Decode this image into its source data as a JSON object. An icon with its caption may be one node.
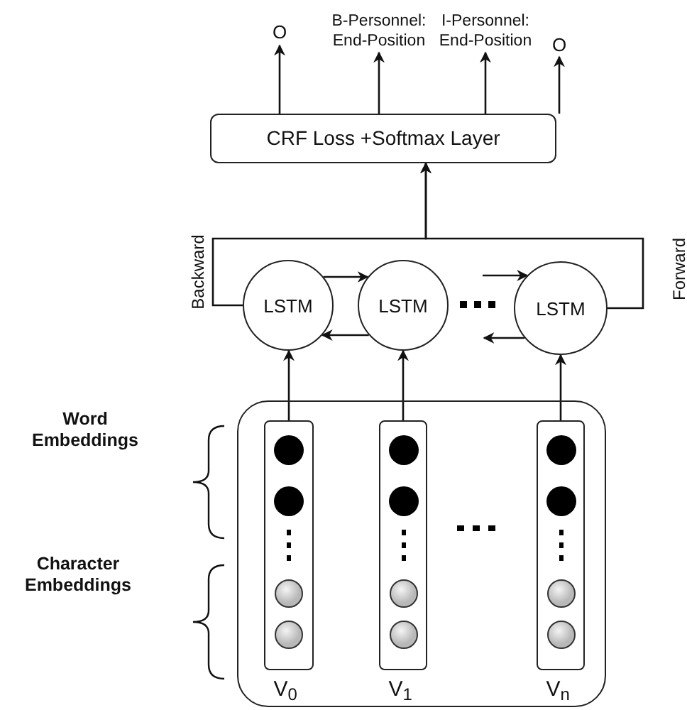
{
  "diagram": {
    "nodes": [
      {
        "text": [
          "O"
        ]
      },
      {
        "text": [
          "B-Personnel: End-Position"
        ]
      },
      {
        "text": [
          "I-Personnel: End-Position"
        ]
      },
      {
        "text": [
          "O"
        ]
      },
      {
        "text": [
          "CRF Loss +Softmax Layer"
        ]
      },
      {
        "text": [
          "LSTM"
        ]
      },
      {
        "text": [
          "LSTM"
        ]
      },
      {
        "text": [
          "LSTM"
        ]
      },
      {
        "text": [],
        "shape": "box"
      },
      {
        "text": [],
        "shape": "box",
        "in": 8,
        "beside": [
          "V$_{0}$"
        ]
      },
      {
        "text": [],
        "shape": "box",
        "in": 8,
        "beside": [
          "V$_{1}$"
        ]
      },
      {
        "text": [],
        "shape": "box",
        "in": 8,
        "beside": [
          "V$_{n}$"
        ]
      }
    ],
    "edges": [
      {
        "from": 4,
        "to": 0,
        "arrow": "to"
      },
      {
        "from": 4,
        "to": 1,
        "arrow": "to"
      },
      {
        "from": 4,
        "to": 2,
        "arrow": "to"
      },
      {
        "from": 4,
        "to": 3,
        "arrow": "to"
      },
      {
        "from": 5,
        "to": 4,
        "arrow": "to"
      },
      {
        "from": 7,
        "to": 4,
        "arrow": "to"
      },
      {
        "from": 5,
        "to": 6,
        "arrow": "to"
      },
      {
        "from": 6,
        "to": 5,
        "arrow": "to"
      },
      {
        "from": null,
        "to": 7,
        "arrow": "to"
      },
      {
        "from": 7,
        "to": null,
        "arrow": "to"
      },
      {
        "from": 9,
        "to": 5,
        "arrow": "to"
      },
      {
        "from": 10,
        "to": 6,
        "arrow": "to"
      },
      {
        "from": 11,
        "to": 7,
        "arrow": "to"
      }
    ],
    "labels": [
      "Backward",
      "Forward",
      "Word Embeddings",
      "Character Embeddings"
    ]
  }
}
